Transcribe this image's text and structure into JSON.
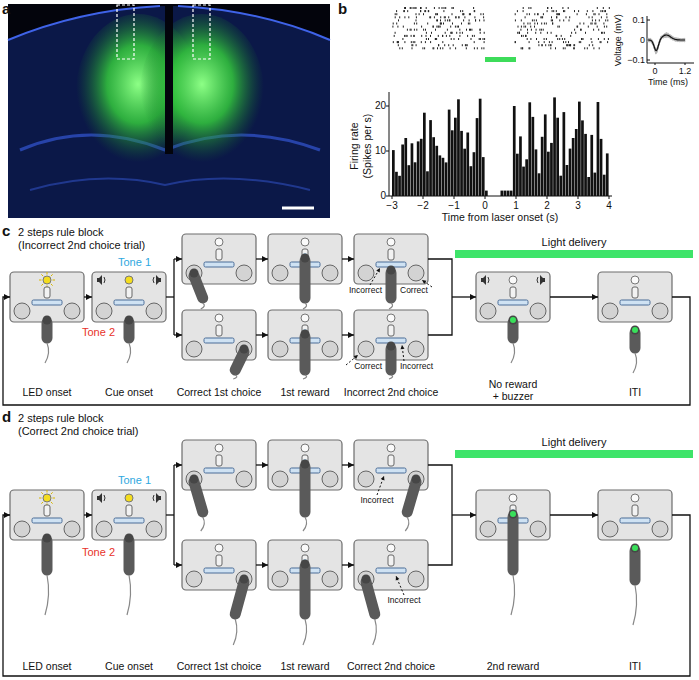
{
  "diagram": {
    "labels": [
      "a",
      "b",
      "Firing rate",
      "(Spikes per s)",
      "20",
      "10",
      "0",
      "−3",
      "−2",
      "−1",
      "0",
      "1",
      "2",
      "3",
      "4",
      "Time from laser onset (s)",
      "Voltage (mV)",
      "0.1",
      "0",
      "−0.1",
      "0",
      "1.2",
      "Time (ms)",
      "c",
      "2 steps rule block",
      "(Incorrect 2nd choice trial)",
      "Tone 1",
      "Tone 2",
      "Light delivery",
      "Incorrect",
      "Correct",
      "Correct",
      "Incorrect",
      "LED onset",
      "Cue onset",
      "Correct 1st choice",
      "1st reward",
      "Incorrect 2nd choice",
      "No reward",
      "+ buzzer",
      "ITI",
      "d",
      "2 steps rule block",
      "(Correct 2nd choice trial)",
      "Tone 1",
      "Tone 2",
      "Light delivery",
      "Incorrect",
      "Incorrect",
      "LED onset",
      "Cue onset",
      "Correct 1st choice",
      "1st reward",
      "Correct 2nd choice",
      "2nd reward",
      "ITI"
    ]
  }
}
